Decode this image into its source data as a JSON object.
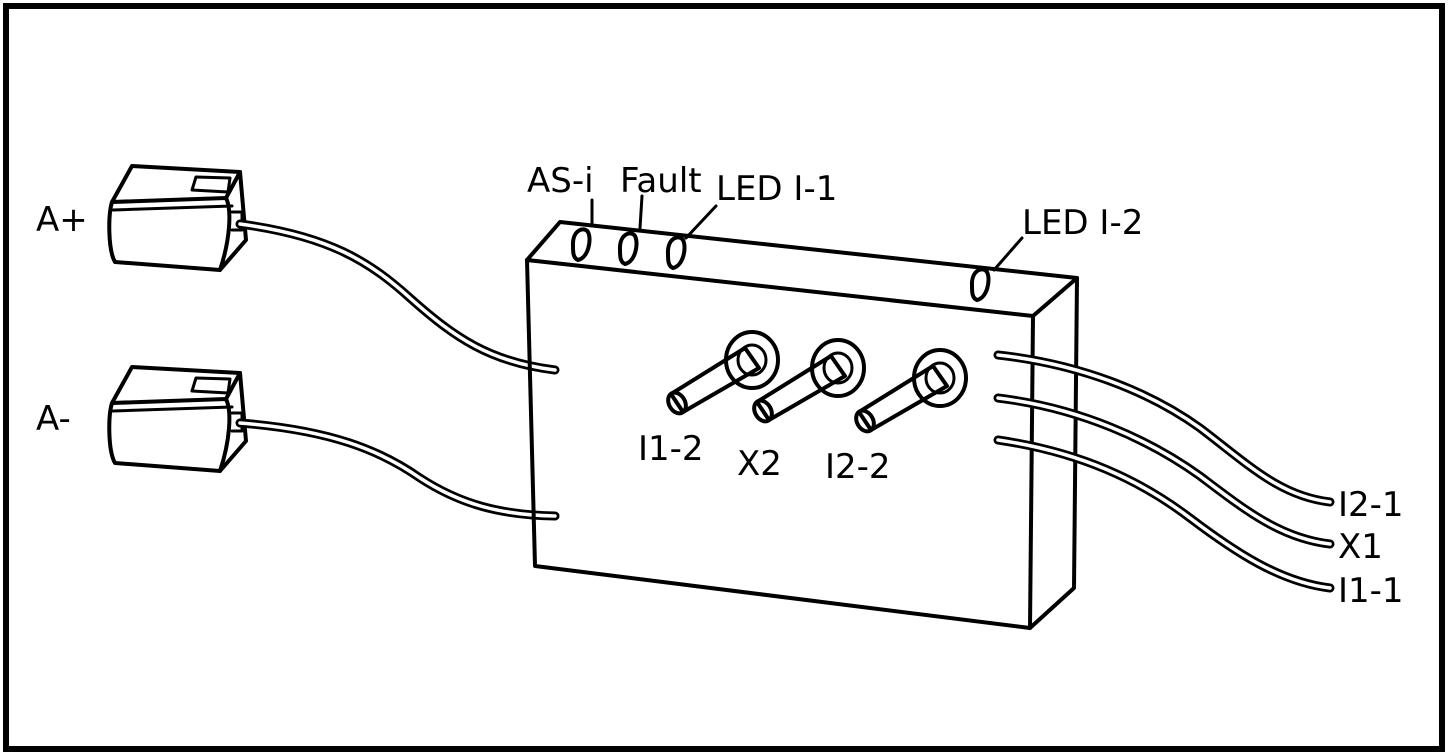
{
  "labels": {
    "a_plus": "A+",
    "a_minus": "A-",
    "as_i": "AS-i",
    "fault": "Fault",
    "led_i1": "LED I-1",
    "led_i2": "LED I-2",
    "i1_2": "I1-2",
    "x2": "X2",
    "i2_2": "I2-2",
    "i2_1": "I2-1",
    "x1": "X1",
    "i1_1": "I1-1"
  },
  "colors": {
    "ink": "#000000",
    "background": "#ffffff"
  }
}
